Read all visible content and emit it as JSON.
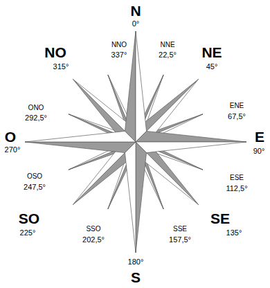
{
  "diagram": {
    "labels": [
      "N",
      "0°",
      "NNO",
      "337°",
      "NNE",
      "22,5°",
      "NO",
      "315°",
      "NE",
      "45°",
      "ONO",
      "292,5°",
      "ENE",
      "67,5°",
      "O",
      "270°",
      "E",
      "90°",
      "OSO",
      "247,5°",
      "ESE",
      "112,5°",
      "SO",
      "225°",
      "SSO",
      "202,5°",
      "SSE",
      "157,5°",
      "SE",
      "135°",
      "180°",
      "S"
    ]
  }
}
